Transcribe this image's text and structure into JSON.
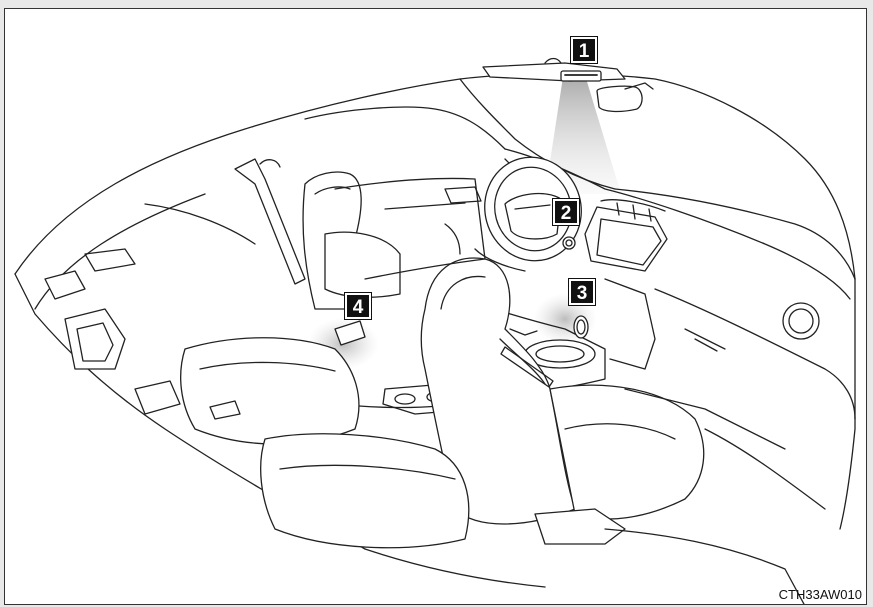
{
  "callouts": [
    {
      "id": "1",
      "label": "1"
    },
    {
      "id": "2",
      "label": "2"
    },
    {
      "id": "3",
      "label": "3"
    },
    {
      "id": "4",
      "label": "4"
    }
  ],
  "figure_code": "CTH33AW010",
  "colors": {
    "callout_bg": "#111111",
    "callout_text": "#ffffff",
    "highlight": "#bdbdbd",
    "line": "#222222"
  }
}
